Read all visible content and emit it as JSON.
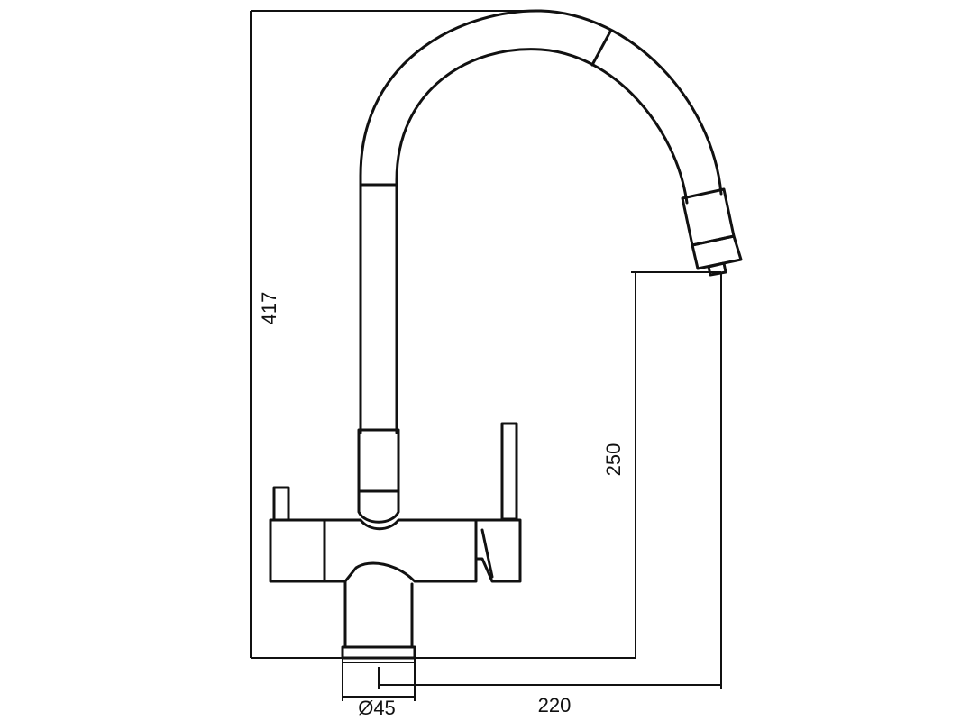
{
  "diagram": {
    "dimensions": {
      "overall_height": "417",
      "spout_height": "250",
      "spout_reach": "220",
      "base_diameter": "Ø45"
    },
    "colors": {
      "line": "#111111",
      "background": "#ffffff"
    }
  }
}
